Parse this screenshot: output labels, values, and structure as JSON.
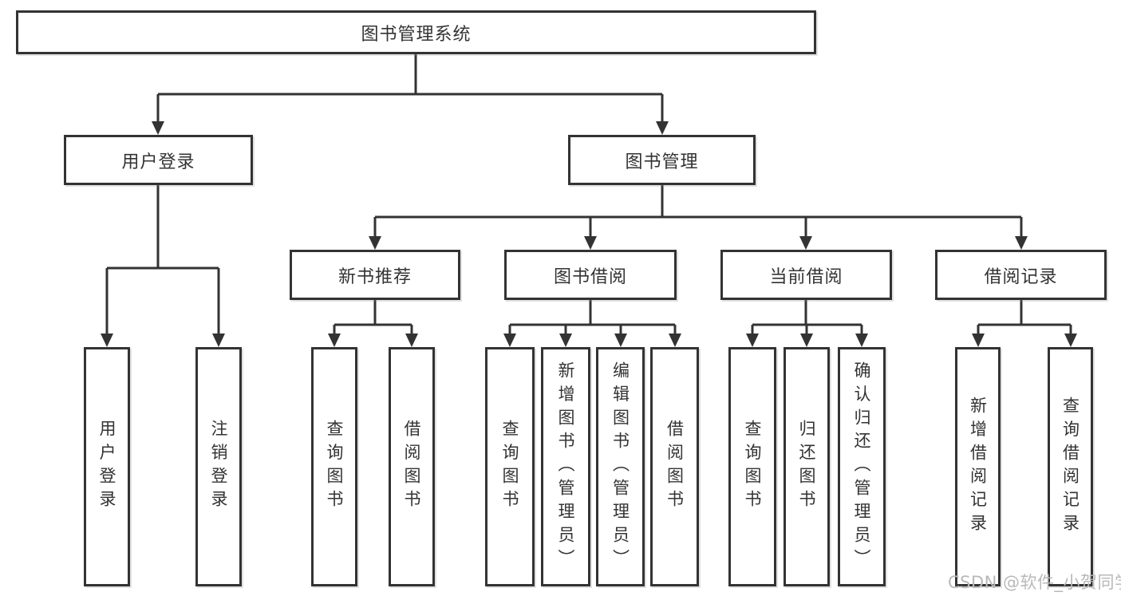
{
  "diagram": {
    "root": {
      "label": "图书管理系统"
    },
    "branches": {
      "user_login": {
        "label": "用户登录",
        "leaves": [
          "用户登录",
          "注销登录"
        ]
      },
      "book_management": {
        "label": "图书管理",
        "sections": [
          {
            "label": "新书推荐",
            "leaves": [
              "查询图书",
              "借阅图书"
            ]
          },
          {
            "label": "图书借阅",
            "leaves": [
              "查询图书",
              "新增图书（管理员）",
              "编辑图书（管理员）",
              "借阅图书"
            ]
          },
          {
            "label": "当前借阅",
            "leaves": [
              "查询图书",
              "归还图书",
              "确认归还（管理员）"
            ]
          },
          {
            "label": "借阅记录",
            "leaves": [
              "新增借阅记录",
              "查询借阅记录"
            ]
          }
        ]
      }
    }
  },
  "watermark": {
    "text": "CSDN @软件_小贺同学",
    "color": "#b9b9b9"
  },
  "colors": {
    "line": "#333333",
    "text": "#333333",
    "background": "#ffffff"
  }
}
